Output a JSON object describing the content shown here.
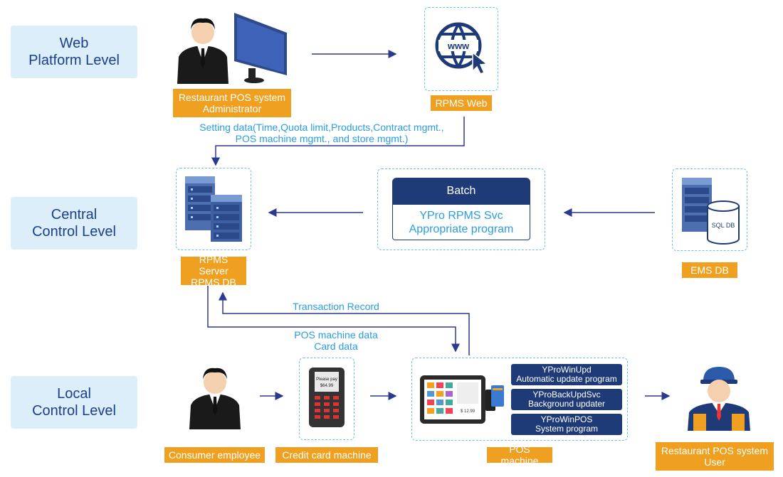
{
  "levels": {
    "web": [
      "Web",
      "Platform Level"
    ],
    "central": [
      "Central",
      "Control Level"
    ],
    "local": [
      "Local",
      "Control Level"
    ]
  },
  "labels": {
    "admin": [
      "Restaurant POS system",
      "Administrator"
    ],
    "rpms_web": "RPMS Web",
    "rpms_server": [
      "RPMS Server",
      "RPMS DB"
    ],
    "ems_db": "EMS DB",
    "consumer": "Consumer employee",
    "credit_card": "Credit card machine",
    "pos_machine": "POS machine",
    "pos_user": [
      "Restaurant POS system",
      "User"
    ]
  },
  "flows": {
    "setting_data": [
      "Setting data(Time,Quota limit,Products,Contract mgmt.,",
      "POS machine mgmt., and store mgmt.)"
    ],
    "transaction_record": "Transaction Record",
    "pos_card_data": [
      "POS machine data",
      "Card data"
    ]
  },
  "batch": {
    "title": "Batch",
    "body": [
      "YPro RPMS Svc",
      "Appropriate program"
    ]
  },
  "programs": [
    [
      "YProWinUpd",
      "Automatic update program"
    ],
    [
      "YProBackUpdSvc",
      "Background updater"
    ],
    [
      "YProWinPOS",
      "System program"
    ]
  ],
  "icon_text": {
    "www": "www",
    "sql_db": "SQL DB",
    "please_pay": [
      "Please pay",
      "$64.99"
    ],
    "pos_price": "$ 12.99"
  },
  "colors": {
    "level_bg": "#dbeefa",
    "level_text": "#1c3f8c",
    "label_orange": "#f0a020",
    "accent_blue": "#2a9de0",
    "navy": "#1f3b77",
    "dashed_border": "#6cc0ea",
    "arrow": "#2b3990"
  }
}
